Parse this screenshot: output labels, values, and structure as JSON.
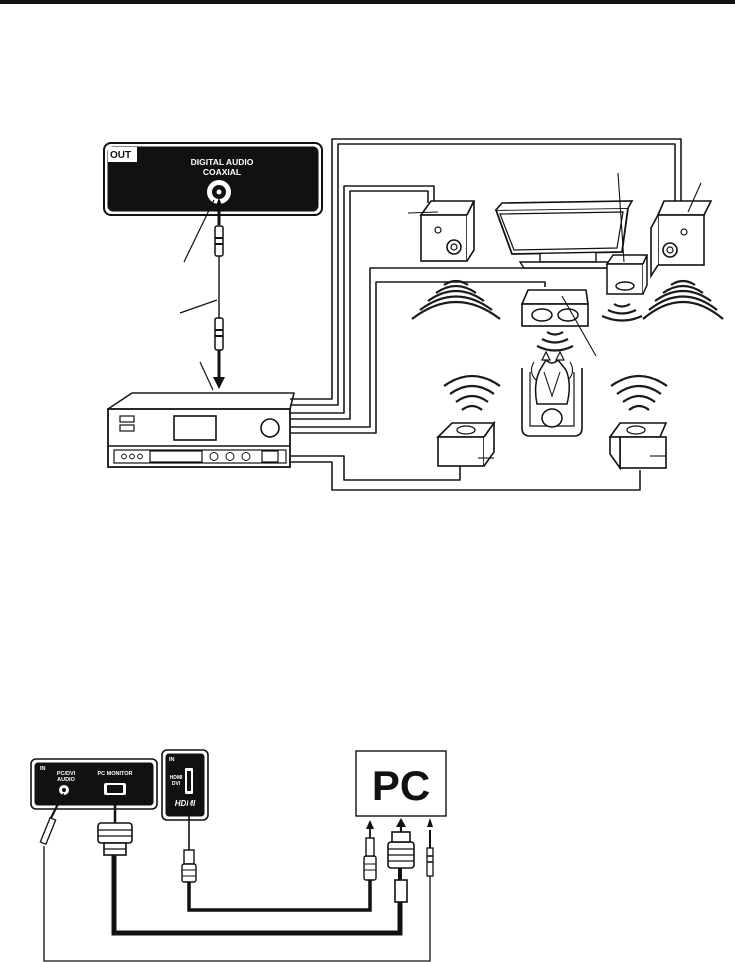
{
  "audio_panel": {
    "out_label": "OUT",
    "port_line1": "DIGITAL AUDIO",
    "port_line2": "COAXIAL"
  },
  "pc_panel": {
    "in_label": "IN",
    "audio_line1": "PC/DVI",
    "audio_line2": "AUDIO",
    "monitor_label": "PC MONITOR"
  },
  "hdmi_panel": {
    "in_label": "IN",
    "line1": "HDMI",
    "line2": "DVI",
    "logo": "HDMI"
  },
  "pc_box": {
    "label": "PC"
  }
}
